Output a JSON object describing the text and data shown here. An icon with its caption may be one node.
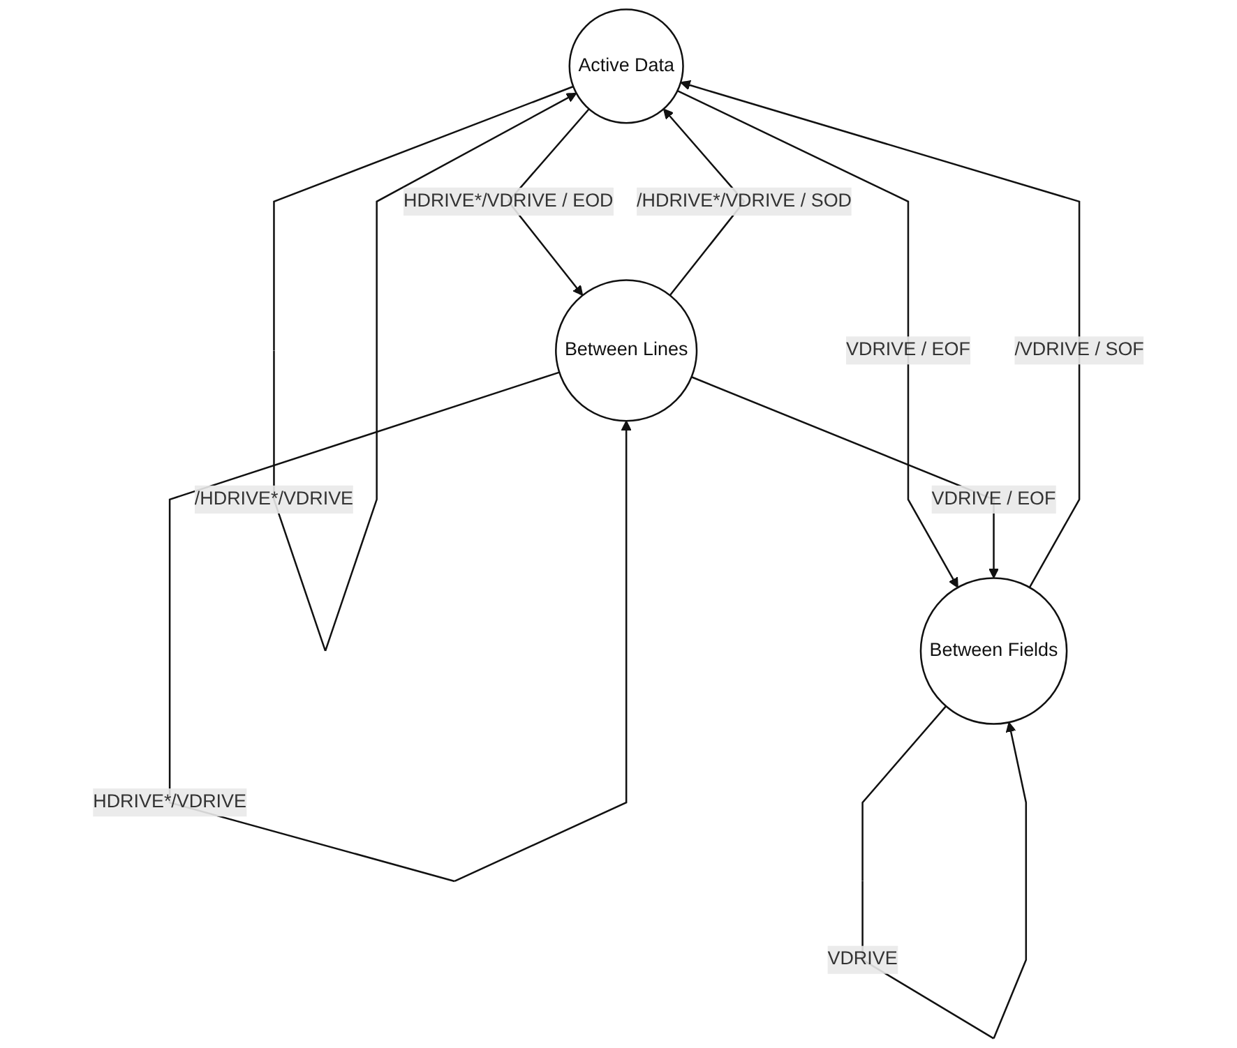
{
  "diagram": {
    "nodes": [
      {
        "text": [
          "Active Data"
        ]
      },
      {
        "text": [
          "Between Lines"
        ]
      },
      {
        "text": [
          "Between Fields"
        ]
      }
    ],
    "edges": [
      {
        "from": 0,
        "to": 0,
        "arrow": "to",
        "label": "/HDRIVE*/VDRIVE"
      },
      {
        "from": 0,
        "to": 1,
        "arrow": "to",
        "label": "HDRIVE*/VDRIVE / EOD"
      },
      {
        "from": 1,
        "to": 0,
        "arrow": "to",
        "label": "/HDRIVE*/VDRIVE / SOD"
      },
      {
        "from": 0,
        "to": 2,
        "arrow": "to",
        "label": "VDRIVE / EOF"
      },
      {
        "from": 2,
        "to": 0,
        "arrow": "to",
        "label": "/VDRIVE / SOF"
      },
      {
        "from": 1,
        "to": 2,
        "arrow": "to",
        "label": "VDRIVE / EOF"
      },
      {
        "from": 1,
        "to": 1,
        "arrow": "to",
        "label": "HDRIVE*/VDRIVE"
      },
      {
        "from": 2,
        "to": 2,
        "arrow": "to",
        "label": "VDRIVE"
      }
    ]
  }
}
